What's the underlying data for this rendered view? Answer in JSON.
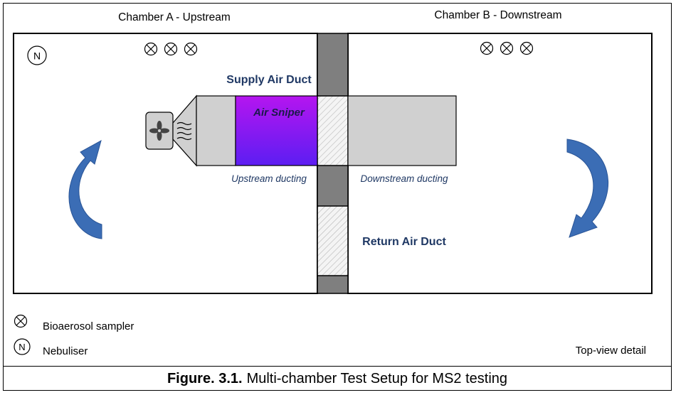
{
  "chambers": {
    "a_label": "Chamber A - Upstream",
    "b_label": "Chamber B - Downstream"
  },
  "ducts": {
    "supply_label": "Supply Air Duct",
    "return_label": "Return Air Duct",
    "upstream_label": "Upstream ducting",
    "downstream_label": "Downstream ducting"
  },
  "device": {
    "name": "Air Sniper"
  },
  "symbols": {
    "nebuliser_letter": "N"
  },
  "legend": {
    "sampler_label": "Bioaerosol sampler",
    "nebuliser_letter": "N",
    "nebuliser_label": "Nebuliser"
  },
  "note": "Top-view detail",
  "caption": {
    "bold": "Figure. 3.1.",
    "text": "Multi-chamber Test Setup for MS2 testing"
  },
  "colors": {
    "title_navy": "#1f3864",
    "arrow_blue": "#3b6db5",
    "duct_gray": "#d0d0d0",
    "wall_gray": "#7f7f7f",
    "sniper_top": "#b515f0",
    "sniper_bottom": "#5c1ef2"
  },
  "icons": {
    "fan": "fan-icon",
    "sampler": "bioaerosol-sampler-icon",
    "nebuliser": "nebuliser-icon",
    "flow_arrow": "curved-arrow-icon"
  }
}
